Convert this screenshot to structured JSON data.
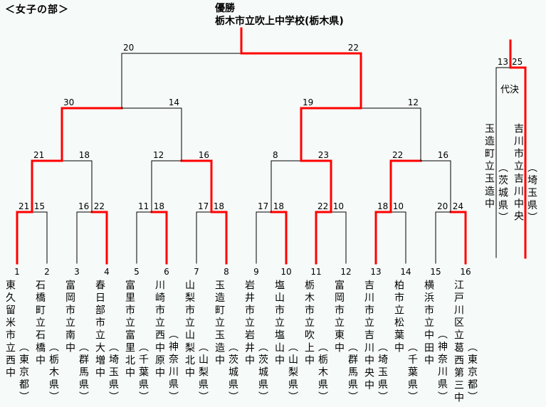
{
  "heading": "＜女子の部＞",
  "champion": {
    "label": "優勝",
    "school": "栃木市立吹上中学校(栃木県)"
  },
  "colors": {
    "winner_line": "#ff0000",
    "line": "#000000",
    "background": "#f6faf8"
  },
  "teams": [
    {
      "number": "1",
      "name": "東久留米市立西中",
      "prefecture": "（東京都）"
    },
    {
      "number": "2",
      "name": "石橋町立石橋中",
      "prefecture": "（栃木県）"
    },
    {
      "number": "3",
      "name": "富岡市立南中",
      "prefecture": "（群馬県）"
    },
    {
      "number": "4",
      "name": "春日部市立大増中",
      "prefecture": "（埼玉県）"
    },
    {
      "number": "5",
      "name": "富里市立富里北中",
      "prefecture": "（千葉県）"
    },
    {
      "number": "6",
      "name": "川崎市立西中原中",
      "prefecture": "（神奈川県）"
    },
    {
      "number": "7",
      "name": "山梨市立山梨北中",
      "prefecture": "（山梨県）"
    },
    {
      "number": "8",
      "name": "玉造町立玉造中",
      "prefecture": "（茨城県）"
    },
    {
      "number": "9",
      "name": "岩井市立岩井中",
      "prefecture": "（茨城県）"
    },
    {
      "number": "10",
      "name": "塩山市立塩山中",
      "prefecture": "（山梨県）"
    },
    {
      "number": "11",
      "name": "栃木市立吹上中",
      "prefecture": "（栃木県）"
    },
    {
      "number": "12",
      "name": "富岡市立東中",
      "prefecture": "（群馬県）"
    },
    {
      "number": "13",
      "name": "吉川市立吉川中央中",
      "prefecture": "（埼玉県）"
    },
    {
      "number": "14",
      "name": "柏市立松葉中",
      "prefecture": "（千葉県）"
    },
    {
      "number": "15",
      "name": "横浜市立中田中",
      "prefecture": "（神奈川県）"
    },
    {
      "number": "16",
      "name": "江戸川区立葛西第三中",
      "prefecture": "（東京都）"
    }
  ],
  "rounds": [
    [
      {
        "scores": [
          "21",
          "15"
        ],
        "winner": 0
      },
      {
        "scores": [
          "16",
          "22"
        ],
        "winner": 1
      },
      {
        "scores": [
          "11",
          "18"
        ],
        "winner": 1
      },
      {
        "scores": [
          "17",
          "18"
        ],
        "winner": 1
      },
      {
        "scores": [
          "17",
          "18"
        ],
        "winner": 1
      },
      {
        "scores": [
          "22",
          "10"
        ],
        "winner": 0
      },
      {
        "scores": [
          "18",
          "10"
        ],
        "winner": 0
      },
      {
        "scores": [
          "20",
          "24"
        ],
        "winner": 1
      }
    ],
    [
      {
        "scores": [
          "21",
          "18"
        ],
        "winner": 0
      },
      {
        "scores": [
          "12",
          "16"
        ],
        "winner": 1
      },
      {
        "scores": [
          "8",
          "23"
        ],
        "winner": 1
      },
      {
        "scores": [
          "22",
          "16"
        ],
        "winner": 0
      }
    ],
    [
      {
        "scores": [
          "30",
          "14"
        ],
        "winner": 0
      },
      {
        "scores": [
          "19",
          "12"
        ],
        "winner": 0
      }
    ],
    [
      {
        "scores": [
          "20",
          "22"
        ],
        "winner": 1
      }
    ]
  ],
  "third_place": {
    "label": "代決",
    "scores": [
      "13",
      "25"
    ],
    "winner": 1,
    "teams": [
      {
        "name": "玉造町立玉造中",
        "prefecture": "（茨城県）"
      },
      {
        "name": "吉川市立吉川中央",
        "prefecture": "（埼玉県）"
      }
    ]
  }
}
